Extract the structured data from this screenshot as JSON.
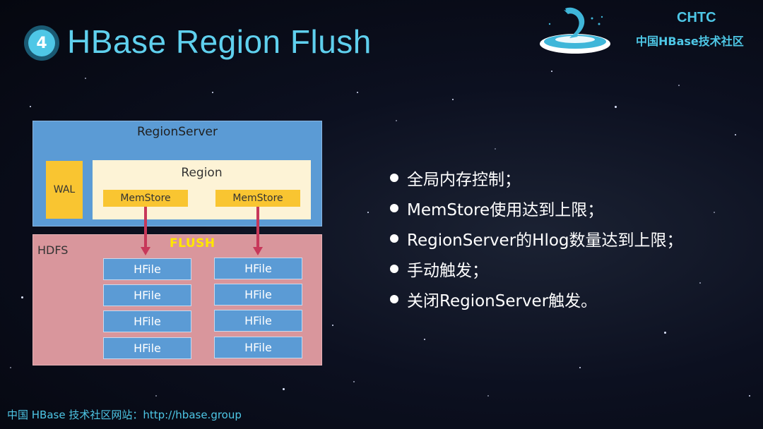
{
  "slide": {
    "number": "4",
    "title": "HBase Region Flush"
  },
  "org": {
    "short_name": "CHTC",
    "full_name": "中国HBase技术社区",
    "logo_icon": "dolphin-logo-icon"
  },
  "diagram": {
    "regionserver_label": "RegionServer",
    "wal_label": "WAL",
    "region_label": "Region",
    "memstores": [
      "MemStore",
      "MemStore"
    ],
    "hdfs_label": "HDFS",
    "flush_label": "FLUSH",
    "hfiles_left": [
      "HFile",
      "HFile",
      "HFile",
      "HFile"
    ],
    "hfiles_right": [
      "HFile",
      "HFile",
      "HFile",
      "HFile"
    ]
  },
  "bullets": [
    "全局内存控制；",
    "MemStore使用达到上限；",
    "RegionServer的Hlog数量达到上限；",
    "手动触发；",
    "关闭RegionServer触发。"
  ],
  "footer": "中国 HBase 技术社区网站：http://hbase.group",
  "colors": {
    "accent": "#4ec7e6",
    "title": "#5fd0ee",
    "regionserver": "#5b9bd5",
    "wal_memstore": "#f9c531",
    "region": "#fdf3d6",
    "hdfs": "#d9969c",
    "flush": "#ffe600",
    "arrow": "#c7385a"
  }
}
